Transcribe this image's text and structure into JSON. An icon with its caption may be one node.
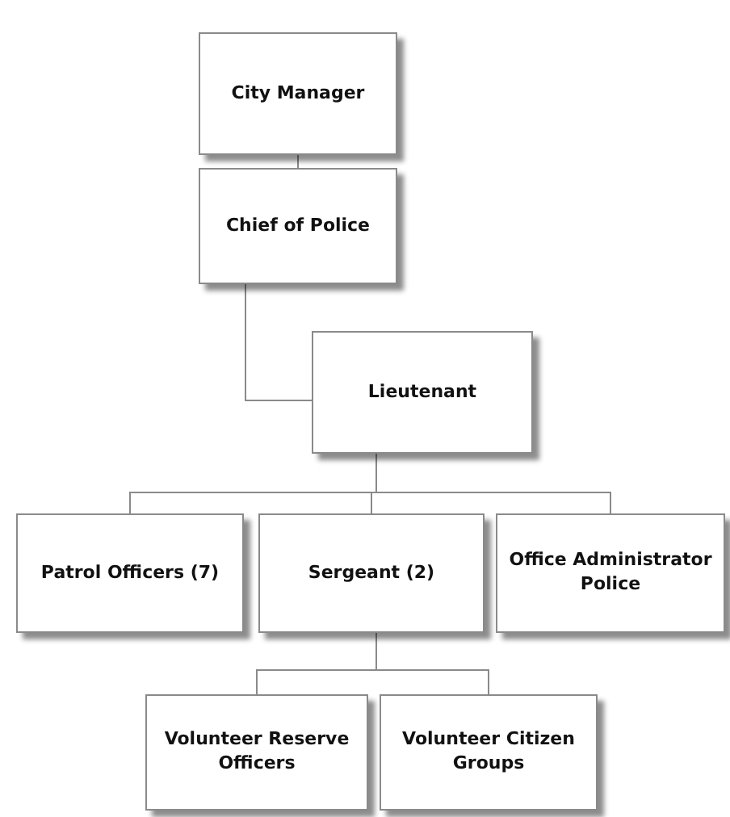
{
  "diagram": {
    "nodes": [
      {
        "text": [
          "City Manager"
        ]
      },
      {
        "text": [
          "Chief of Police"
        ]
      },
      {
        "text": [
          "Lieutenant"
        ]
      },
      {
        "text": [
          "Patrol Officers (7)"
        ]
      },
      {
        "text": [
          "Sergeant (2)"
        ]
      },
      {
        "text": [
          "Office Administrator Police"
        ]
      },
      {
        "text": [
          "Volunteer Reserve Officers"
        ]
      },
      {
        "text": [
          "Volunteer Citizen Groups"
        ]
      }
    ],
    "edges": [
      {
        "from": 0,
        "to": 1,
        "arrow": "none"
      },
      {
        "from": 1,
        "to": 2,
        "arrow": "none"
      },
      {
        "from": 2,
        "to": 3,
        "arrow": "none"
      },
      {
        "from": 2,
        "to": 4,
        "arrow": "none"
      },
      {
        "from": 2,
        "to": 5,
        "arrow": "none"
      },
      {
        "from": 4,
        "to": 6,
        "arrow": "none"
      },
      {
        "from": 4,
        "to": 7,
        "arrow": "none"
      }
    ]
  }
}
